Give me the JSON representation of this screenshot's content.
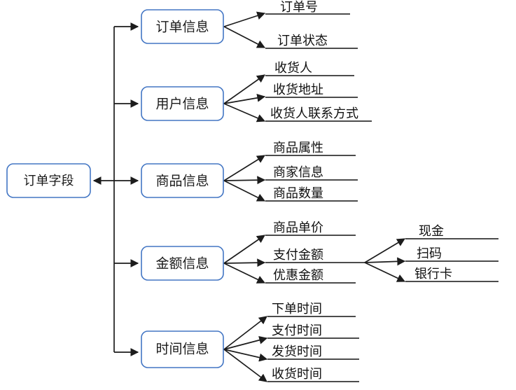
{
  "diagram": {
    "title": "订单字段",
    "type": "mind-map",
    "colors": {
      "node_border": "#4376c4",
      "node_fill": "#ffffff",
      "connector": "#1c1c1c",
      "text": "#101010",
      "background": "#ffffff"
    },
    "root": {
      "label": "订单字段"
    },
    "branches": [
      {
        "label": "订单信息",
        "leaves": [
          {
            "label": "订单号"
          },
          {
            "label": "订单状态"
          }
        ]
      },
      {
        "label": "用户信息",
        "leaves": [
          {
            "label": "收货人"
          },
          {
            "label": "收货地址"
          },
          {
            "label": "收货人联系方式"
          }
        ]
      },
      {
        "label": "商品信息",
        "leaves": [
          {
            "label": "商品属性"
          },
          {
            "label": "商家信息"
          },
          {
            "label": "商品数量"
          }
        ]
      },
      {
        "label": "金额信息",
        "leaves": [
          {
            "label": "商品单价"
          },
          {
            "label": "支付金额"
          },
          {
            "label": "优惠金额"
          }
        ],
        "sub_branch": {
          "from_leaf": "支付金额",
          "leaves": [
            {
              "label": "现金"
            },
            {
              "label": "扫码"
            },
            {
              "label": "银行卡"
            }
          ]
        }
      },
      {
        "label": "时间信息",
        "leaves": [
          {
            "label": "下单时间"
          },
          {
            "label": "支付时间"
          },
          {
            "label": "发货时间"
          },
          {
            "label": "收货时间"
          }
        ]
      }
    ]
  }
}
